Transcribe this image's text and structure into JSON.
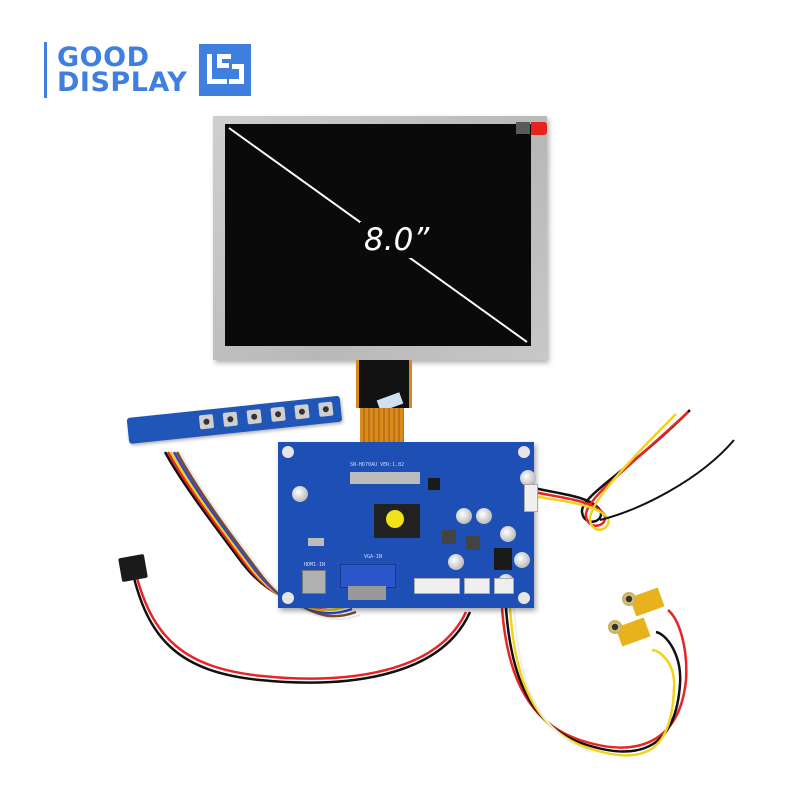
{
  "brand": {
    "line1": "GOOD",
    "line2": "DISPLAY",
    "logo_icon": "good-display-logo-mark",
    "color": "#3f7fe0"
  },
  "product": {
    "size_label": "8.0”",
    "components": [
      "8.0 inch TFT LCD panel",
      "FPC ribbon cable",
      "Keypad control board",
      "Driver board with HDMI and VGA",
      "DC power jack",
      "Dual RCA AV input connectors",
      "Backlight/power wire harness"
    ],
    "board_silkscreen": {
      "model": "SN-HD70AU VER:1.02",
      "hdmi_label": "HDMI-IN",
      "vga_label": "VGA-IN"
    },
    "colors": {
      "pcb": "#1d4fb4",
      "screen": "#0a0a0a",
      "bezel": "#c4c4c4",
      "fpc": "#d98c1e",
      "rca": "#e8b21c",
      "tape_red": "#e8221c"
    }
  }
}
